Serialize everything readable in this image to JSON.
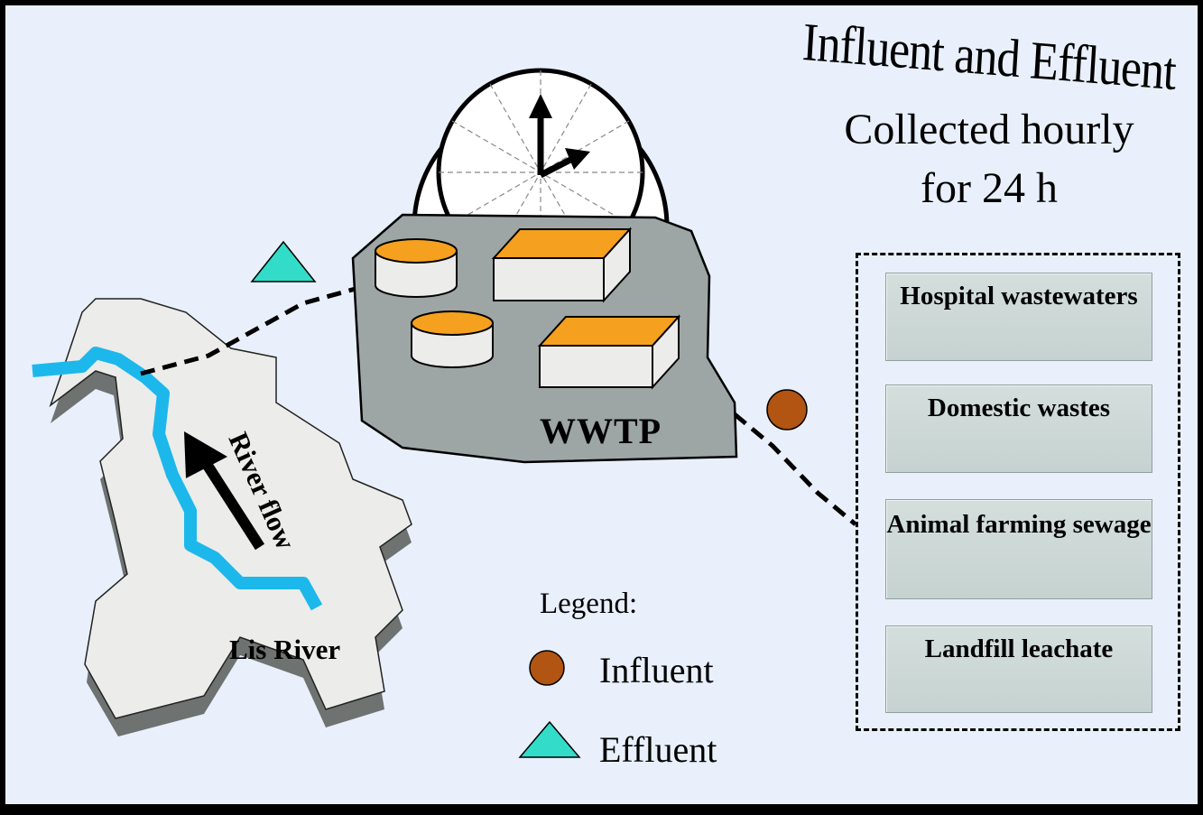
{
  "title": {
    "line1": "Influent and Effluent",
    "line2": "Collected hourly",
    "line3": "for 24 h"
  },
  "plant_label": "WWTP",
  "river": {
    "name": "Lis River",
    "flow_label": "River flow"
  },
  "sources": [
    "Hospital wastewaters",
    "Domestic wastes",
    "Animal farming sewage",
    "Landfill leachate"
  ],
  "legend": {
    "title": "Legend:",
    "influent": "Influent",
    "effluent": "Effluent"
  },
  "colors": {
    "background": "#e9f0fb",
    "plant": "#9ea5a5",
    "tank_top": "#f5a01e",
    "river": "#1cb8ec",
    "influent": "#b25412",
    "effluent": "#33dcc8"
  }
}
